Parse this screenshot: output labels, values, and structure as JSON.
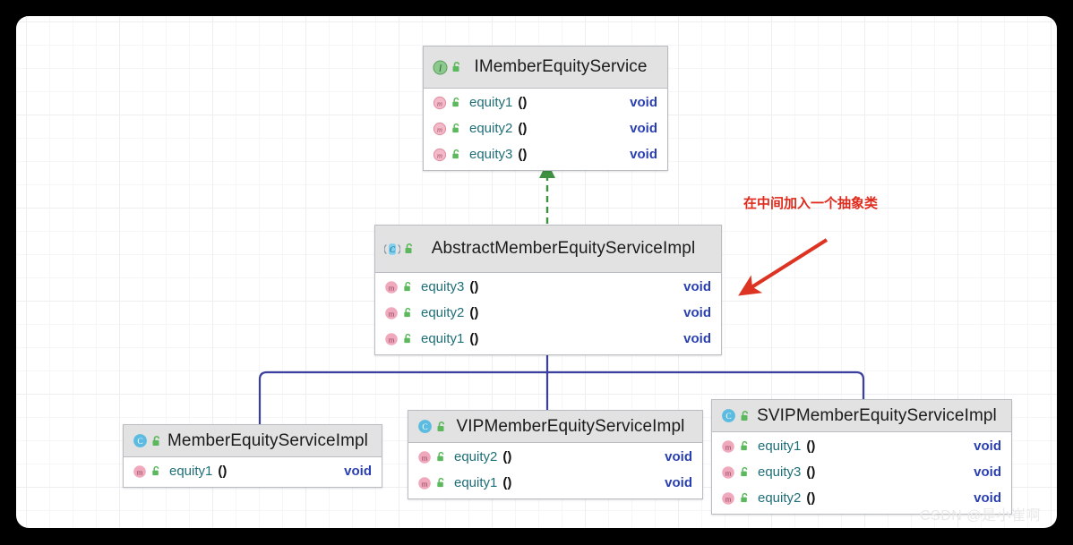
{
  "diagram": {
    "title": "UML Class Diagram",
    "annotation": {
      "text": "在中间加入一个抽象类",
      "color": "#e02a1c"
    },
    "watermark": "CSDN @是小崔啊",
    "colors": {
      "canvas": "#ffffff",
      "backdrop": "#000000",
      "header": "#e2e2e2",
      "border": "#b9bcc0",
      "method_name": "#1f6f78",
      "return_type": "#2a3fb0",
      "implements_edge": "#3f9142",
      "extends_edge": "#3b3f9e",
      "interface_icon": "#6cb46c",
      "class_icon": "#52b0dd",
      "method_icon": "#efa0b4",
      "lock_icon": "#5cb85c"
    },
    "classes": [
      {
        "id": "imember-equity-service",
        "name": "IMemberEquityService",
        "stereotype": "interface",
        "icon": "interface-icon",
        "visibility_icon": "unlocked-icon",
        "methods": [
          {
            "name": "equity1",
            "parens": "()",
            "return_type": "void",
            "icon": "abstract-method-icon"
          },
          {
            "name": "equity2",
            "parens": "()",
            "return_type": "void",
            "icon": "abstract-method-icon"
          },
          {
            "name": "equity3",
            "parens": "()",
            "return_type": "void",
            "icon": "abstract-method-icon"
          }
        ]
      },
      {
        "id": "abstract-member-equity-service-impl",
        "name": "AbstractMemberEquityServiceImpl",
        "stereotype": "abstract-class",
        "icon": "abstract-class-icon",
        "visibility_icon": "unlocked-icon",
        "methods": [
          {
            "name": "equity3",
            "parens": "()",
            "return_type": "void",
            "icon": "method-icon"
          },
          {
            "name": "equity2",
            "parens": "()",
            "return_type": "void",
            "icon": "method-icon"
          },
          {
            "name": "equity1",
            "parens": "()",
            "return_type": "void",
            "icon": "method-icon"
          }
        ]
      },
      {
        "id": "member-equity-service-impl",
        "name": "MemberEquityServiceImpl",
        "stereotype": "class",
        "icon": "class-icon",
        "visibility_icon": "unlocked-icon",
        "methods": [
          {
            "name": "equity1",
            "parens": "()",
            "return_type": "void",
            "icon": "method-icon"
          }
        ]
      },
      {
        "id": "vip-member-equity-service-impl",
        "name": "VIPMemberEquityServiceImpl",
        "stereotype": "class",
        "icon": "class-icon",
        "visibility_icon": "unlocked-icon",
        "methods": [
          {
            "name": "equity2",
            "parens": "()",
            "return_type": "void",
            "icon": "method-icon"
          },
          {
            "name": "equity1",
            "parens": "()",
            "return_type": "void",
            "icon": "method-icon"
          }
        ]
      },
      {
        "id": "svip-member-equity-service-impl",
        "name": "SVIPMemberEquityServiceImpl",
        "stereotype": "class",
        "icon": "class-icon",
        "visibility_icon": "unlocked-icon",
        "methods": [
          {
            "name": "equity1",
            "parens": "()",
            "return_type": "void",
            "icon": "method-icon"
          },
          {
            "name": "equity3",
            "parens": "()",
            "return_type": "void",
            "icon": "method-icon"
          },
          {
            "name": "equity2",
            "parens": "()",
            "return_type": "void",
            "icon": "method-icon"
          }
        ]
      }
    ],
    "relations": [
      {
        "from": "abstract-member-equity-service-impl",
        "to": "imember-equity-service",
        "type": "implements",
        "style": "dashed",
        "color": "#3f9142"
      },
      {
        "from": "member-equity-service-impl",
        "to": "abstract-member-equity-service-impl",
        "type": "extends",
        "style": "solid",
        "color": "#3b3f9e"
      },
      {
        "from": "vip-member-equity-service-impl",
        "to": "abstract-member-equity-service-impl",
        "type": "extends",
        "style": "solid",
        "color": "#3b3f9e"
      },
      {
        "from": "svip-member-equity-service-impl",
        "to": "abstract-member-equity-service-impl",
        "type": "extends",
        "style": "solid",
        "color": "#3b3f9e"
      }
    ]
  }
}
